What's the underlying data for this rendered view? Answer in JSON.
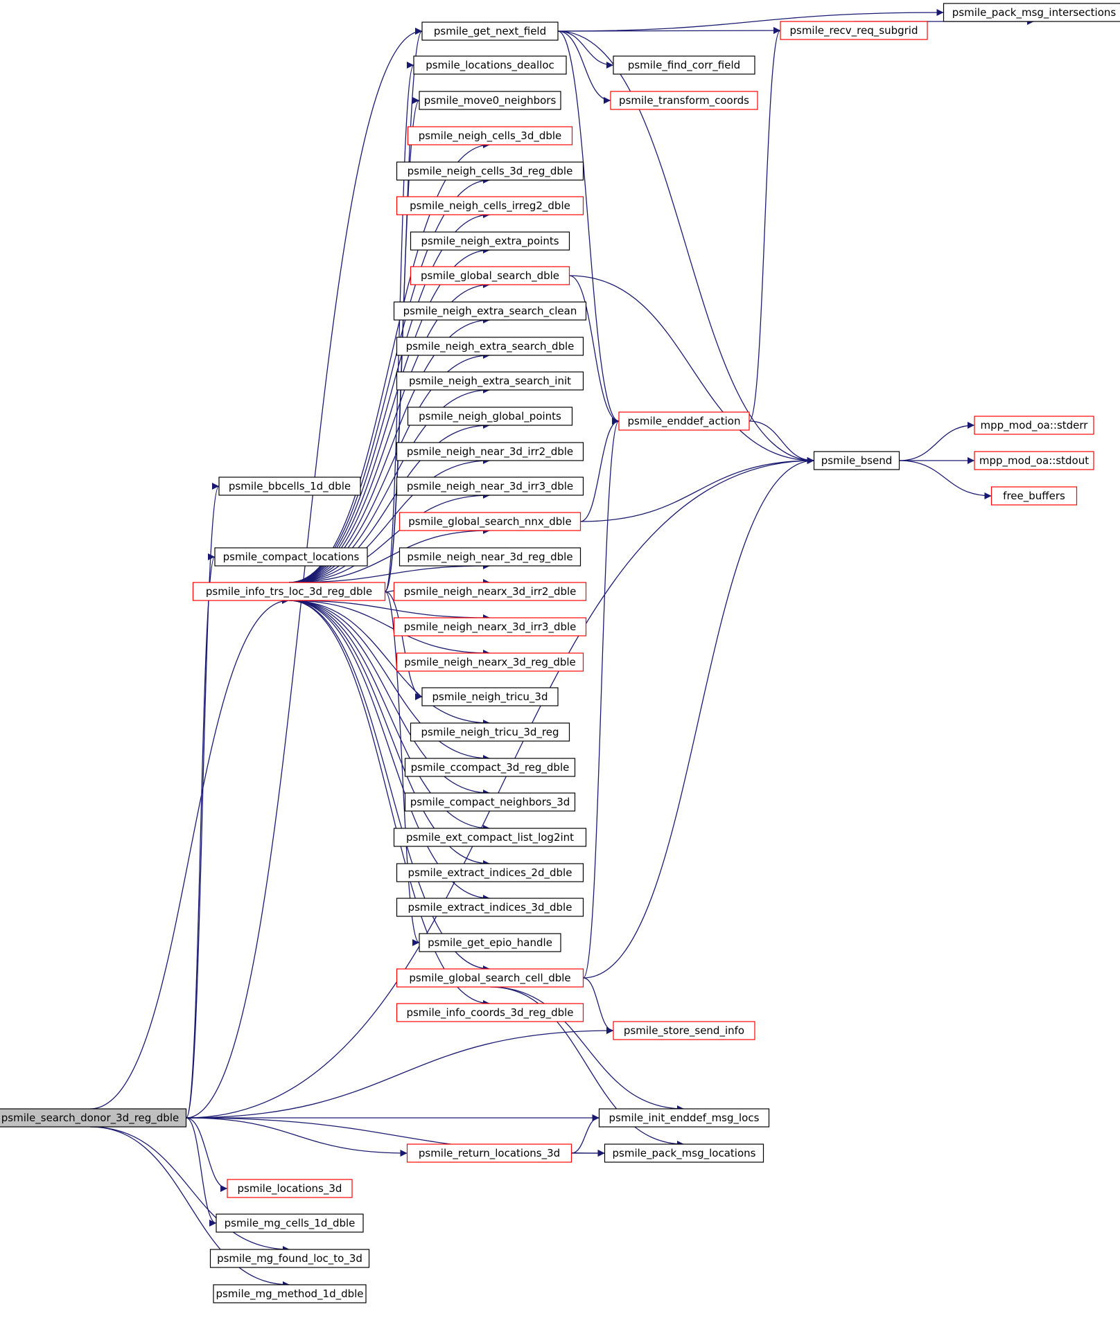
{
  "colors": {
    "edge": "#191970",
    "border_normal": "#000000",
    "border_truncated": "#ff0000",
    "root_fill": "#bfbfbf",
    "node_fill": "#ffffff"
  },
  "nodes": [
    {
      "id": "root",
      "label": "psmile_search_donor_3d_reg_dble",
      "style": "root"
    },
    {
      "id": "bbcells",
      "label": "psmile_bbcells_1d_dble",
      "style": "normal"
    },
    {
      "id": "compact_loc",
      "label": "psmile_compact_locations",
      "style": "normal"
    },
    {
      "id": "info_trs",
      "label": "psmile_info_trs_loc_3d_reg_dble",
      "style": "truncated"
    },
    {
      "id": "get_next_field",
      "label": "psmile_get_next_field",
      "style": "normal"
    },
    {
      "id": "loc_dealloc",
      "label": "psmile_locations_dealloc",
      "style": "normal"
    },
    {
      "id": "move0",
      "label": "psmile_move0_neighbors",
      "style": "normal"
    },
    {
      "id": "nc3d",
      "label": "psmile_neigh_cells_3d_dble",
      "style": "truncated"
    },
    {
      "id": "nc3dreg",
      "label": "psmile_neigh_cells_3d_reg_dble",
      "style": "normal"
    },
    {
      "id": "ncirr2",
      "label": "psmile_neigh_cells_irreg2_dble",
      "style": "truncated"
    },
    {
      "id": "nextra",
      "label": "psmile_neigh_extra_points",
      "style": "normal"
    },
    {
      "id": "gsd",
      "label": "psmile_global_search_dble",
      "style": "truncated"
    },
    {
      "id": "nesc",
      "label": "psmile_neigh_extra_search_clean",
      "style": "normal"
    },
    {
      "id": "nesd",
      "label": "psmile_neigh_extra_search_dble",
      "style": "normal"
    },
    {
      "id": "nesi",
      "label": "psmile_neigh_extra_search_init",
      "style": "normal"
    },
    {
      "id": "ngp",
      "label": "psmile_neigh_global_points",
      "style": "normal"
    },
    {
      "id": "nn3i2",
      "label": "psmile_neigh_near_3d_irr2_dble",
      "style": "normal"
    },
    {
      "id": "nn3i3",
      "label": "psmile_neigh_near_3d_irr3_dble",
      "style": "normal"
    },
    {
      "id": "gsnnx",
      "label": "psmile_global_search_nnx_dble",
      "style": "truncated"
    },
    {
      "id": "nn3r",
      "label": "psmile_neigh_near_3d_reg_dble",
      "style": "normal"
    },
    {
      "id": "nnx3i2",
      "label": "psmile_neigh_nearx_3d_irr2_dble",
      "style": "truncated"
    },
    {
      "id": "nnx3i3",
      "label": "psmile_neigh_nearx_3d_irr3_dble",
      "style": "truncated"
    },
    {
      "id": "nnx3r",
      "label": "psmile_neigh_nearx_3d_reg_dble",
      "style": "truncated"
    },
    {
      "id": "ntricu",
      "label": "psmile_neigh_tricu_3d",
      "style": "normal"
    },
    {
      "id": "ntricureg",
      "label": "psmile_neigh_tricu_3d_reg",
      "style": "normal"
    },
    {
      "id": "ccompact",
      "label": "psmile_ccompact_3d_reg_dble",
      "style": "normal"
    },
    {
      "id": "compact_nb",
      "label": "psmile_compact_neighbors_3d",
      "style": "normal"
    },
    {
      "id": "ext_compact",
      "label": "psmile_ext_compact_list_log2int",
      "style": "normal"
    },
    {
      "id": "ext2d",
      "label": "psmile_extract_indices_2d_dble",
      "style": "normal"
    },
    {
      "id": "ext3d",
      "label": "psmile_extract_indices_3d_dble",
      "style": "normal"
    },
    {
      "id": "epio",
      "label": "psmile_get_epio_handle",
      "style": "normal"
    },
    {
      "id": "gscell",
      "label": "psmile_global_search_cell_dble",
      "style": "truncated"
    },
    {
      "id": "infocoords",
      "label": "psmile_info_coords_3d_reg_dble",
      "style": "truncated"
    },
    {
      "id": "loc3d",
      "label": "psmile_locations_3d",
      "style": "truncated"
    },
    {
      "id": "mgcells",
      "label": "psmile_mg_cells_1d_dble",
      "style": "normal"
    },
    {
      "id": "mgfound",
      "label": "psmile_mg_found_loc_to_3d",
      "style": "normal"
    },
    {
      "id": "mgmethod",
      "label": "psmile_mg_method_1d_dble",
      "style": "normal"
    },
    {
      "id": "find_corr",
      "label": "psmile_find_corr_field",
      "style": "normal"
    },
    {
      "id": "transform",
      "label": "psmile_transform_coords",
      "style": "truncated"
    },
    {
      "id": "recv_req",
      "label": "psmile_recv_req_subgrid",
      "style": "truncated"
    },
    {
      "id": "enddef_action",
      "label": "psmile_enddef_action",
      "style": "truncated"
    },
    {
      "id": "store_send",
      "label": "psmile_store_send_info",
      "style": "truncated"
    },
    {
      "id": "init_enddef",
      "label": "psmile_init_enddef_msg_locs",
      "style": "normal"
    },
    {
      "id": "return_loc",
      "label": "psmile_return_locations_3d",
      "style": "truncated"
    },
    {
      "id": "pack_locs",
      "label": "psmile_pack_msg_locations",
      "style": "normal"
    },
    {
      "id": "pack_inter",
      "label": "psmile_pack_msg_intersections",
      "style": "normal"
    },
    {
      "id": "bsend",
      "label": "psmile_bsend",
      "style": "normal"
    },
    {
      "id": "stderr",
      "label": "mpp_mod_oa::stderr",
      "style": "truncated"
    },
    {
      "id": "stdout",
      "label": "mpp_mod_oa::stdout",
      "style": "truncated"
    },
    {
      "id": "free_buf",
      "label": "free_buffers",
      "style": "truncated"
    }
  ],
  "edges": [
    [
      "root",
      "bbcells"
    ],
    [
      "root",
      "compact_loc"
    ],
    [
      "root",
      "info_trs"
    ],
    [
      "root",
      "get_next_field"
    ],
    [
      "root",
      "store_send"
    ],
    [
      "root",
      "bsend"
    ],
    [
      "root",
      "init_enddef"
    ],
    [
      "root",
      "return_loc"
    ],
    [
      "root",
      "loc3d"
    ],
    [
      "root",
      "mgcells"
    ],
    [
      "root",
      "mgfound"
    ],
    [
      "root",
      "mgmethod"
    ],
    [
      "root",
      "pack_locs"
    ],
    [
      "info_trs",
      "get_next_field"
    ],
    [
      "info_trs",
      "loc_dealloc"
    ],
    [
      "info_trs",
      "move0"
    ],
    [
      "info_trs",
      "nc3d"
    ],
    [
      "info_trs",
      "nc3dreg"
    ],
    [
      "info_trs",
      "ncirr2"
    ],
    [
      "info_trs",
      "nextra"
    ],
    [
      "info_trs",
      "gsd"
    ],
    [
      "info_trs",
      "nesc"
    ],
    [
      "info_trs",
      "nesd"
    ],
    [
      "info_trs",
      "nesi"
    ],
    [
      "info_trs",
      "ngp"
    ],
    [
      "info_trs",
      "nn3i2"
    ],
    [
      "info_trs",
      "nn3i3"
    ],
    [
      "info_trs",
      "gsnnx"
    ],
    [
      "info_trs",
      "nn3r"
    ],
    [
      "info_trs",
      "nnx3i2"
    ],
    [
      "info_trs",
      "nnx3i3"
    ],
    [
      "info_trs",
      "nnx3r"
    ],
    [
      "info_trs",
      "ntricu"
    ],
    [
      "info_trs",
      "ntricureg"
    ],
    [
      "info_trs",
      "ccompact"
    ],
    [
      "info_trs",
      "compact_nb"
    ],
    [
      "info_trs",
      "ext_compact"
    ],
    [
      "info_trs",
      "ext2d"
    ],
    [
      "info_trs",
      "ext3d"
    ],
    [
      "info_trs",
      "epio"
    ],
    [
      "info_trs",
      "gscell"
    ],
    [
      "info_trs",
      "infocoords"
    ],
    [
      "get_next_field",
      "pack_inter"
    ],
    [
      "get_next_field",
      "recv_req"
    ],
    [
      "get_next_field",
      "find_corr"
    ],
    [
      "get_next_field",
      "transform"
    ],
    [
      "get_next_field",
      "enddef_action"
    ],
    [
      "get_next_field",
      "bsend"
    ],
    [
      "recv_req",
      "pack_inter"
    ],
    [
      "gsd",
      "enddef_action"
    ],
    [
      "gsd",
      "bsend"
    ],
    [
      "gsnnx",
      "enddef_action"
    ],
    [
      "gsnnx",
      "bsend"
    ],
    [
      "enddef_action",
      "recv_req"
    ],
    [
      "enddef_action",
      "bsend"
    ],
    [
      "gscell",
      "enddef_action"
    ],
    [
      "gscell",
      "bsend"
    ],
    [
      "gscell",
      "store_send"
    ],
    [
      "gscell",
      "init_enddef"
    ],
    [
      "gscell",
      "pack_locs"
    ],
    [
      "return_loc",
      "init_enddef"
    ],
    [
      "return_loc",
      "pack_locs"
    ],
    [
      "bsend",
      "stderr"
    ],
    [
      "bsend",
      "stdout"
    ],
    [
      "bsend",
      "free_buf"
    ]
  ]
}
